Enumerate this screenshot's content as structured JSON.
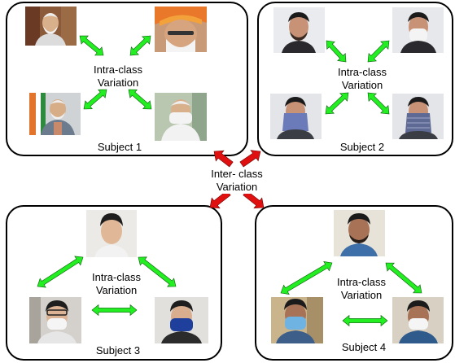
{
  "intra_label": "Intra-class\nVariation",
  "inter_label": "Inter- class\nVariation",
  "subjects": [
    {
      "label": "Subject 1"
    },
    {
      "label": "Subject 2"
    },
    {
      "label": "Subject 3"
    },
    {
      "label": "Subject 4"
    }
  ],
  "colors": {
    "intra_arrow": "#22ee22",
    "inter_arrow": "#e01010",
    "outline": "#000000"
  }
}
